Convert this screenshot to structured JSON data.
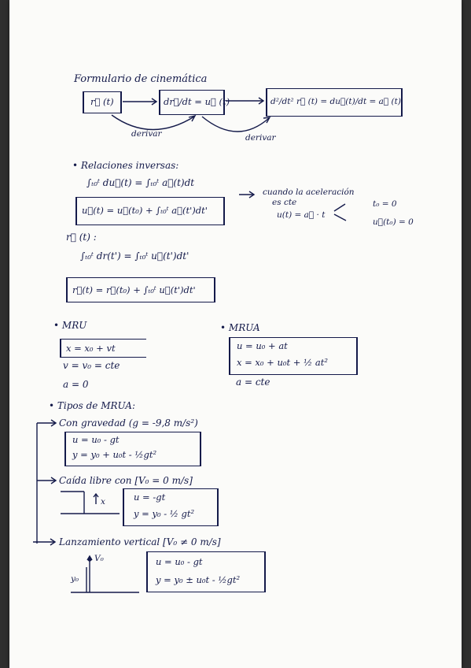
{
  "title": "Formulario de cinemática",
  "top": {
    "box1": "r⃗ (t)",
    "box2": "dr⃗/dt = u⃗ (t)",
    "box3": "d²/dt² r⃗ (t) = du⃗(t)/dt = a⃗ (t)",
    "derive_label": "derivar",
    "derive_label2": "derivar"
  },
  "relaciones": {
    "heading": "Relaciones inversas:",
    "eq1": "∫ₜ₀ᵗ du⃗(t) = ∫ₜ₀ᵗ a⃗(t)dt",
    "eq2": "u⃗(t) = u⃗(t₀) + ∫ₜ₀ᵗ a⃗(t')dt'",
    "note1": "cuando la aceleración",
    "note2": "es cte",
    "note3": "u(t) = a⃗ · t",
    "note4": "t₀ = 0",
    "note5": "u⃗(t₀) = 0",
    "r_label": "r⃗ (t) :",
    "eq3": "∫ₜ₀ᵗ dr(t') = ∫ₜ₀ᵗ u⃗(t')dt'",
    "eq4": "r⃗(t) = r⃗(t₀) + ∫ₜ₀ᵗ u⃗(t')dt'"
  },
  "mru": {
    "heading": "MRU",
    "l1": "x = x₀ + vt",
    "l2": "v = v₀ = cte",
    "l3": "a = 0"
  },
  "mrua": {
    "heading": "MRUA",
    "l1": "u = u₀ + at",
    "l2": "x = x₀ + u₀t + ½ at²",
    "l3": "a = cte"
  },
  "tipos": {
    "heading": "Tipos de MRUA:",
    "gravedad": "Con gravedad (g = -9,8 m/s²)",
    "g1": "u = u₀ - gt",
    "g2": "y = y₀ + u₀t - ½gt²",
    "caida": "Caída libre con [V₀ = 0 m/s]",
    "c1": "u = -gt",
    "c2": "y = y₀ - ½ gt²",
    "caida_axis": "x",
    "lanz": "Lanzamiento vertical [V₀ ≠ 0 m/s]",
    "l1": "u = u₀ - gt",
    "l2": "y = y₀ ± u₀t - ½gt²",
    "v0": "V₀",
    "y0": "y₀"
  }
}
